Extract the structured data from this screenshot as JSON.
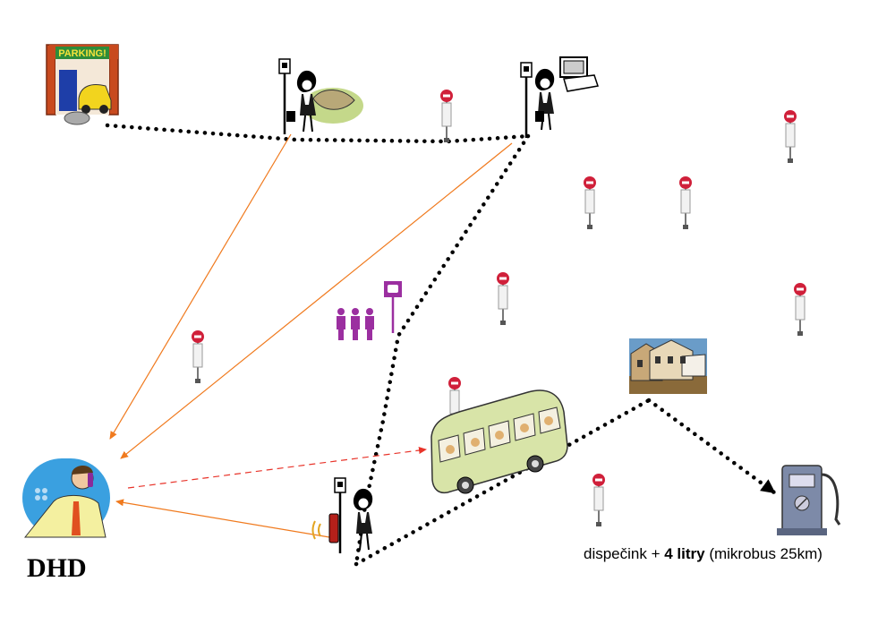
{
  "labels": {
    "dispatcher": "DHD",
    "caption_prefix": "dispečink + ",
    "caption_bold": "4 litry",
    "caption_suffix": " (mikrobus 25km)",
    "parking_sign": "PARKING!"
  },
  "colors": {
    "route": "#000000",
    "call_arrows": "#f07a1e",
    "dispatch_arrow": "#e8342a",
    "stop_sign": "#d0203a",
    "bus_body": "#d8e4a8",
    "passengers": "#9b2fa0",
    "fuel_pump": "#7d8aa8"
  },
  "icons": [
    "parking-garage-icon",
    "woman-with-ball-icon",
    "woman-with-computer-icon",
    "woman-with-phone-icon",
    "bus-stop-sign-icon",
    "minibus-icon",
    "waiting-passengers-icon",
    "village-houses-icon",
    "fuel-pump-icon",
    "dispatcher-man-phone-icon"
  ]
}
